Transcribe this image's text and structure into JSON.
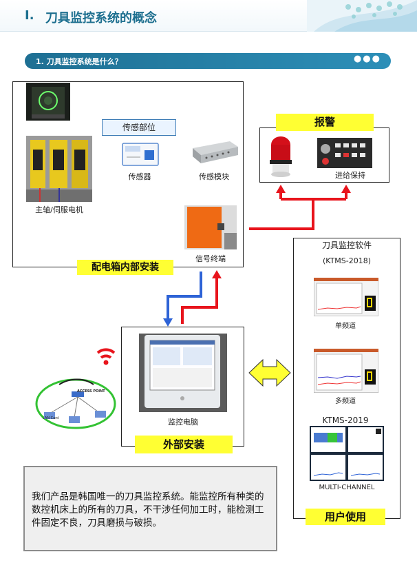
{
  "header": {
    "number": "I.",
    "title": "刀具监控系统的概念"
  },
  "section": {
    "title": "1. 刀具监控系统是什么？",
    "dots": "●●●"
  },
  "diagram": {
    "sensor_part_label": "传感部位",
    "spindle_label": "主轴/伺服电机",
    "sensor_label": "传感器",
    "sensor_module_label": "传感模块",
    "signal_terminal_label": "信号终端",
    "cabinet_label": "配电箱内部安装",
    "alarm_title": "报警",
    "feed_hold_label": "进给保持",
    "monitor_pc_label": "监控电脑",
    "external_label": "外部安装"
  },
  "software": {
    "title": "刀具监控软件",
    "version_2018": "(KTMS-2018)",
    "single_channel": "单频道",
    "multi_freq": "多频道",
    "version_2019": "KTMS-2019",
    "multi_channel": "MULTI-CHANNEL",
    "user_label": "用户使用"
  },
  "network": {
    "access_point": "ACCESS POINT",
    "lan_card": "LAN Card"
  },
  "description": "我们产品是韩国唯一的刀具监控系统。能监控所有种类的数控机床上的所有的刀具，不干涉任何加工时，能检测工件固定不良，刀具磨损与破损。",
  "colors": {
    "header_text": "#1d6f8f",
    "section_bar": "#1e6f93",
    "label_bg": "#ffff33",
    "arrow_green": "#1fd41f",
    "arrow_red": "#e8141c",
    "arrow_blue": "#2e63d6"
  }
}
